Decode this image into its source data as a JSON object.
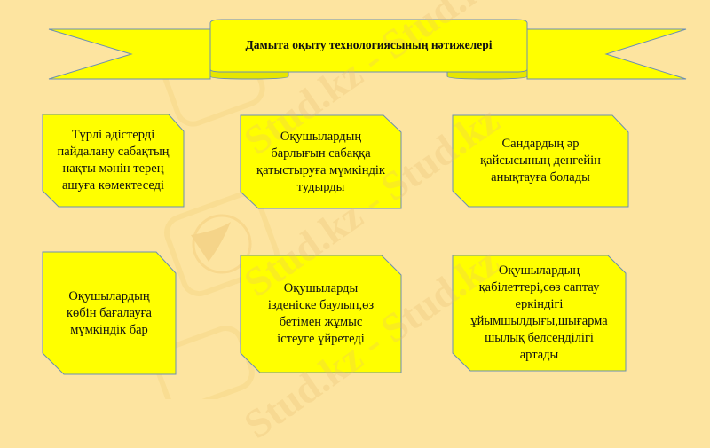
{
  "slide": {
    "title": "Дамыта оқыту технологиясының нәтижелері",
    "colors": {
      "background": "#fde4a0",
      "shape_fill": "#ffff00",
      "shape_stroke": "#6b8fb3",
      "text": "#111111"
    },
    "boxes": [
      {
        "text": "Түрлі әдістерді\nпайдалану сабақтың\nнақты мәнін терең\nашуға көмектеседі"
      },
      {
        "text": "Оқушылардың\nбарлығын сабаққа\nқатыстыруға мүмкіндік\nтудырды"
      },
      {
        "text": "Сандардың әр\nқайсысының деңгейін\nанықтауға болады"
      },
      {
        "text": "Оқушылардың\nкөбін бағалауға\nмүмкіндік бар"
      },
      {
        "text": "Оқушыларды\nізденіске баулып,өз\nбетімен жұмыс\nістеуге үйретеді"
      },
      {
        "text": "Оқушылардың\nқабілеттері,сөз саптау\nеркіндігі\nұйымшылдығы,шығарма\nшылық белсенділігі\nартады"
      }
    ],
    "watermark": "Stud.kz - Stud.kz"
  }
}
